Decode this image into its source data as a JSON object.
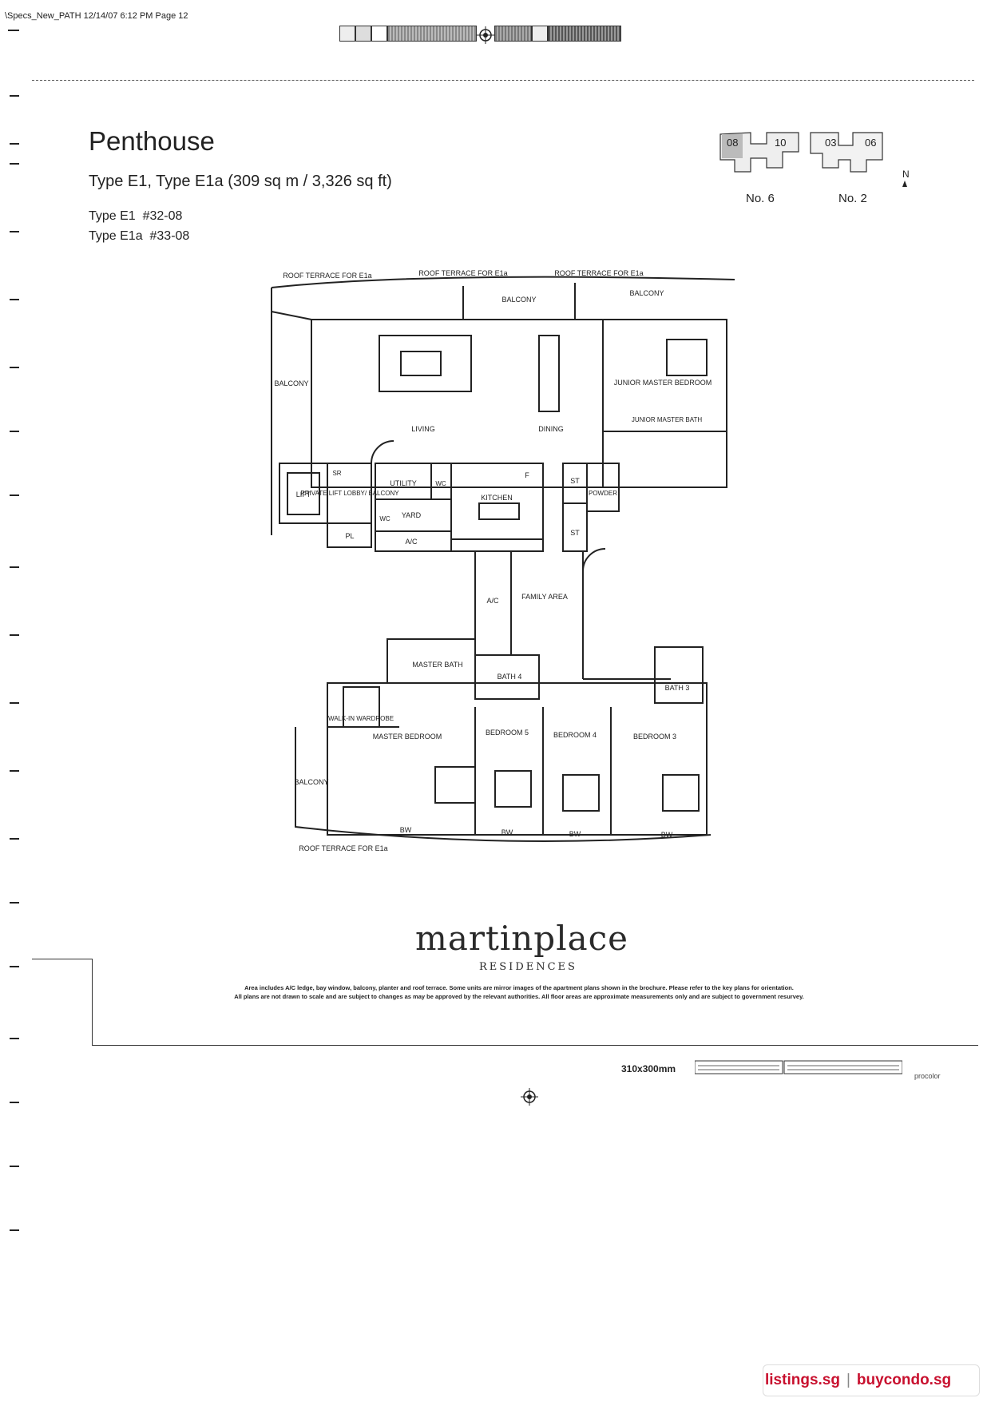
{
  "header": {
    "file_slug": "\\Specs_New_PATH 12/14/07 6:12 PM Page 12"
  },
  "title": {
    "heading": "Penthouse",
    "subtitle": "Type E1, Type E1a (309 sq m / 3,326 sq ft)",
    "units": [
      {
        "type": "Type E1",
        "unit": "#32-08"
      },
      {
        "type": "Type E1a",
        "unit": "#33-08"
      }
    ]
  },
  "key_plan": {
    "stack_numbers": [
      "08",
      "10",
      "03",
      "06"
    ],
    "blocks": [
      "No. 6",
      "No. 2"
    ],
    "north_label": "N"
  },
  "floor_plan": {
    "rooms": {
      "roof_terrace_1": "ROOF TERRACE FOR E1a",
      "roof_terrace_2": "ROOF TERRACE FOR E1a",
      "roof_terrace_3": "ROOF TERRACE FOR E1a",
      "roof_terrace_4": "ROOF TERRACE FOR E1a",
      "balcony_top": "BALCONY",
      "balcony_top_right": "BALCONY",
      "balcony_left": "BALCONY",
      "balcony_bottom": "BALCONY",
      "living": "LIVING",
      "dining": "DINING",
      "junior_master_bedroom": "JUNIOR MASTER BEDROOM",
      "junior_master_bath": "JUNIOR MASTER BATH",
      "lift": "LIFT",
      "sr": "SR",
      "private_lift_lobby": "PRIVATE LIFT LOBBY/ BALCONY",
      "pl": "PL",
      "utility": "UTILITY",
      "wc": "WC",
      "wc2": "WC",
      "yard": "YARD",
      "ac": "A/C",
      "ac2": "A/C",
      "kitchen": "KITCHEN",
      "fridge": "F",
      "st1": "ST",
      "st2": "ST",
      "powder": "POWDER",
      "family_area": "FAMILY AREA",
      "master_bath": "MASTER BATH",
      "bath4": "BATH 4",
      "bath3": "BATH 3",
      "walk_in_wardrobe": "WALK-IN WARDROBE",
      "master_bedroom": "MASTER BEDROOM",
      "bedroom5": "BEDROOM 5",
      "bedroom4": "BEDROOM 4",
      "bedroom3": "BEDROOM 3",
      "bw1": "BW",
      "bw2": "BW",
      "bw3": "BW",
      "bw4": "BW"
    }
  },
  "branding": {
    "logo": "martinplace",
    "logo_sub": "RESIDENCES"
  },
  "disclaimer": {
    "line1": "Area includes A/C ledge, bay window, balcony, planter and roof terrace. Some units are mirror images of the apartment plans shown in the brochure. Please refer to the key plans for orientation.",
    "line2": "All plans are not drawn to scale and are subject to changes as may be approved by the relevant authorities. All floor areas are approximate measurements only and are subject to government resurvey."
  },
  "print_marks": {
    "size": "310x300mm",
    "procolor": "procolor"
  },
  "footer": {
    "site1": "listings.sg",
    "separator": "|",
    "site2": "buycondo.sg"
  },
  "colors": {
    "footer_accent": "#c8102e"
  }
}
